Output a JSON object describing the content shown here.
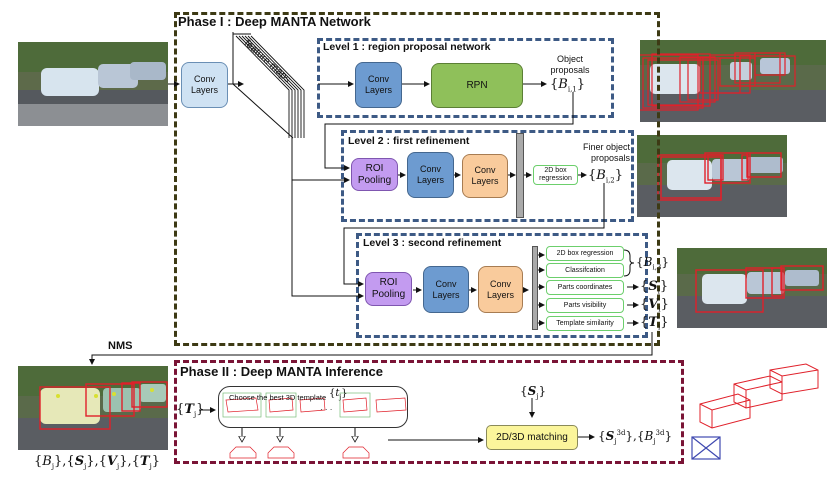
{
  "phase1": {
    "title": "Phase I : Deep MANTA Network",
    "conv_layers": "Conv Layers",
    "feature_maps": "feature maps",
    "level1": {
      "title": "Level 1 : region proposal network",
      "conv": "Conv Layers",
      "rpn": "RPN",
      "output_label": "Object proposals",
      "output_symbol": "{B_i,1}"
    },
    "level2": {
      "title": "Level 2 : first refinement",
      "roi": "ROI Pooling",
      "conv1": "Conv Layers",
      "conv2": "Conv Layers",
      "head": "2D box regression",
      "output_label": "Finer object proposals",
      "output_symbol": "{B_i,2}"
    },
    "level3": {
      "title": "Level 3 : second refinement",
      "roi": "ROI Pooling",
      "conv1": "Conv Layers",
      "conv2": "Conv Layers",
      "heads": [
        {
          "label": "2D box regression"
        },
        {
          "label": "Classifcation"
        },
        {
          "label": "Parts coordinates",
          "output": "{S_i}"
        },
        {
          "label": "Parts visibility",
          "output": "{V_i}"
        },
        {
          "label": "Template similarity",
          "output": "{T_i}"
        }
      ],
      "box_output": "{B_i,3}"
    }
  },
  "nms_label": "NMS",
  "final_outputs": "{B_j},{S_j},{V_j},{T_j}",
  "phase2": {
    "title": "Phase II : Deep MANTA Inference",
    "input": "{T_j}",
    "template_caption": "Choose the best 3D template",
    "template_symbol": "{t_j}",
    "ellipsis": "· · ·",
    "s_input": "{S_j}",
    "matching": "2D/3D matching",
    "output": "{S_j^3d},{B_j^3d}"
  },
  "colors": {
    "phase1_border": "#3d3a14",
    "phase2_border": "#7a1436",
    "level_border": "#3d5a85",
    "head_border": "#6ccf6c",
    "bbox_red": "#e0202a",
    "box3d_blue": "#3f49b0"
  }
}
